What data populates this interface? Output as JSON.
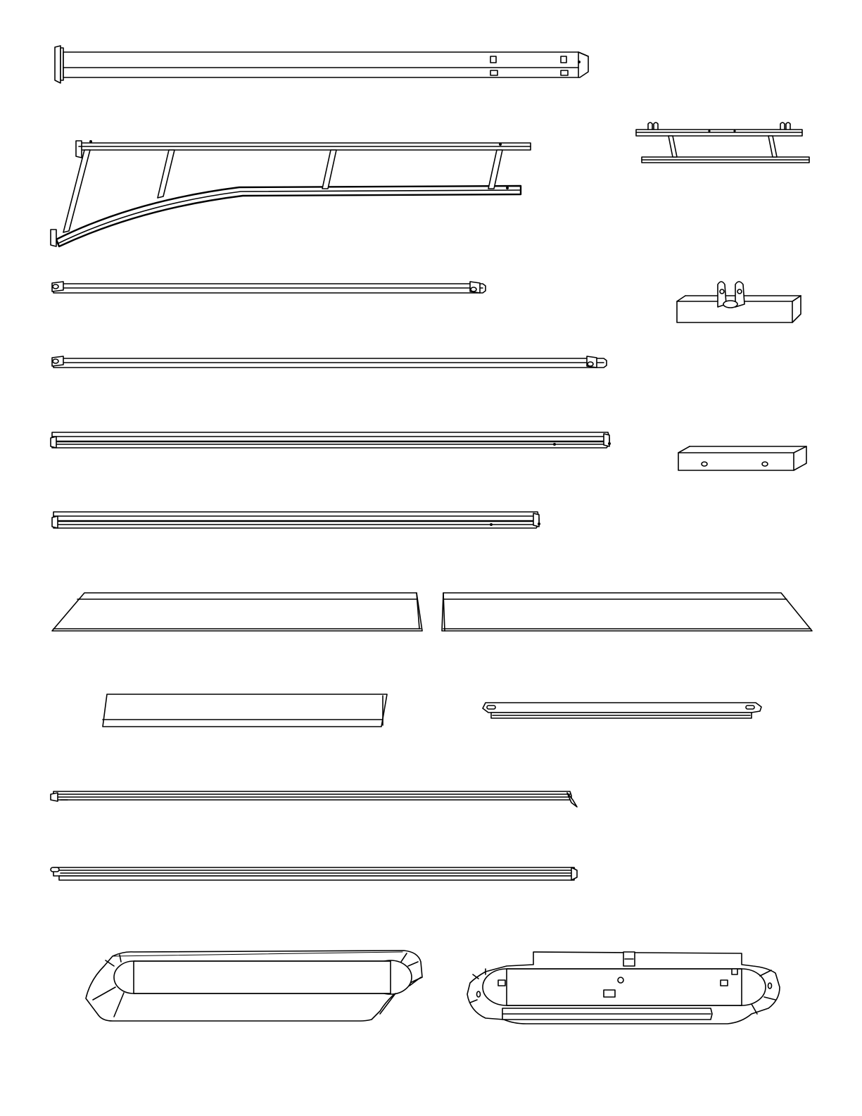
{
  "sheet": {
    "background": "#ffffff",
    "ink": "#000000",
    "parts": [
      {
        "id": "long-square-post-with-base-plate"
      },
      {
        "id": "curved-side-frame-ladder"
      },
      {
        "id": "small-ladder-frame"
      },
      {
        "id": "short-tube-bar"
      },
      {
        "id": "bracket-tube-block"
      },
      {
        "id": "long-tube-bar"
      },
      {
        "id": "long-rail-channel-a"
      },
      {
        "id": "square-tube-with-holes"
      },
      {
        "id": "long-rail-channel-b"
      },
      {
        "id": "trapezoid-panel-left"
      },
      {
        "id": "trapezoid-panel-right"
      },
      {
        "id": "flat-plate-panel"
      },
      {
        "id": "slotted-strip"
      },
      {
        "id": "thin-channel-rail-a"
      },
      {
        "id": "thin-channel-rail-b"
      },
      {
        "id": "oval-cover-top"
      },
      {
        "id": "oval-base-tray"
      }
    ]
  }
}
